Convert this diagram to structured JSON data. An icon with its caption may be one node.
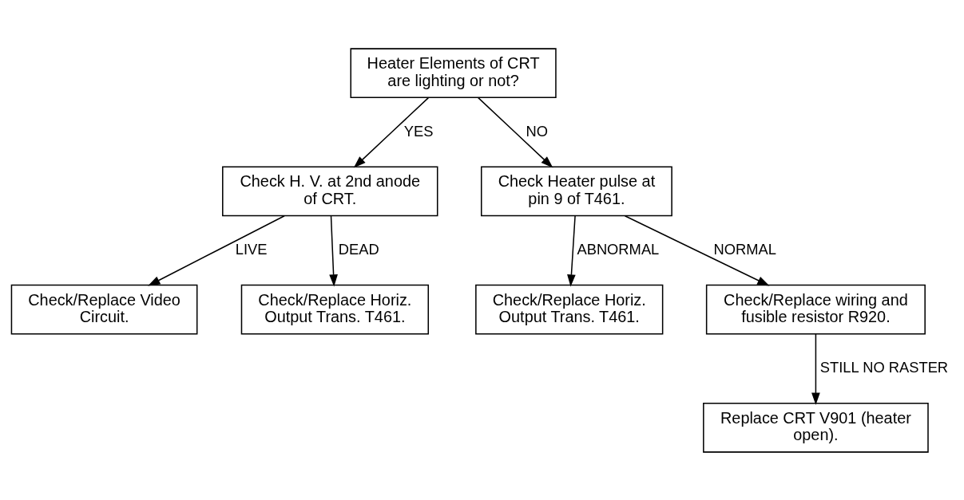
{
  "diagram": {
    "nodes": [
      {
        "text": [
          "Heater Elements of CRT are lighting or not?"
        ]
      },
      {
        "text": [
          "Check H. V. at 2nd anode of CRT."
        ]
      },
      {
        "text": [
          "Check Heater pulse at pin 9 of T461."
        ]
      },
      {
        "text": [
          "Check/Replace Video Circuit."
        ]
      },
      {
        "text": [
          "Check/Replace Horiz. Output Trans. T461."
        ]
      },
      {
        "text": [
          "Check/Replace Horiz. Output Trans. T461."
        ]
      },
      {
        "text": [
          "Check/Replace wiring and fusible resistor R920."
        ]
      },
      {
        "text": [
          "Replace CRT V901 (heater open)."
        ]
      }
    ],
    "edges": [
      {
        "from": 0,
        "to": 1,
        "arrow": "to",
        "label": "YES"
      },
      {
        "from": 0,
        "to": 2,
        "arrow": "to",
        "label": "NO"
      },
      {
        "from": 1,
        "to": 3,
        "arrow": "to",
        "label": "LIVE"
      },
      {
        "from": 1,
        "to": 4,
        "arrow": "to",
        "label": "DEAD"
      },
      {
        "from": 2,
        "to": 5,
        "arrow": "to",
        "label": "ABNORMAL"
      },
      {
        "from": 2,
        "to": 6,
        "arrow": "to",
        "label": "NORMAL"
      },
      {
        "from": 6,
        "to": 7,
        "arrow": "to",
        "label": "STILL NO RASTER"
      }
    ]
  }
}
